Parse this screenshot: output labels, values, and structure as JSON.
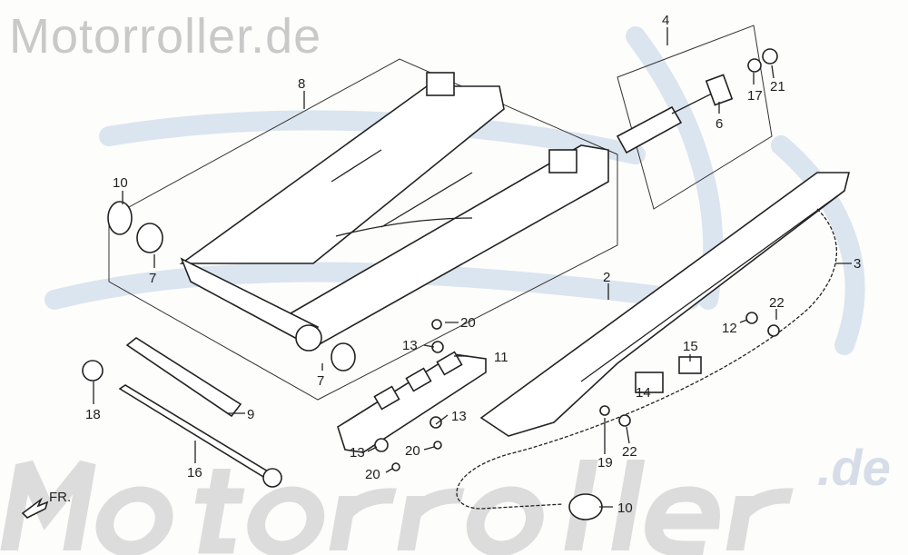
{
  "watermark": {
    "top": "Motorroller.de",
    "bottom": "Motorroller",
    "suffix": ".de"
  },
  "direction_label": "FR.",
  "callouts": [
    "8",
    "10",
    "7",
    "7",
    "18",
    "9",
    "16",
    "4",
    "17",
    "21",
    "6",
    "3",
    "2",
    "22",
    "12",
    "15",
    "14",
    "19",
    "22",
    "20",
    "13",
    "11",
    "13",
    "13",
    "20",
    "20",
    "10"
  ],
  "colors": {
    "line": "#222222",
    "watermark": "#c9c9c9",
    "swoosh": "#dbe5f0"
  }
}
